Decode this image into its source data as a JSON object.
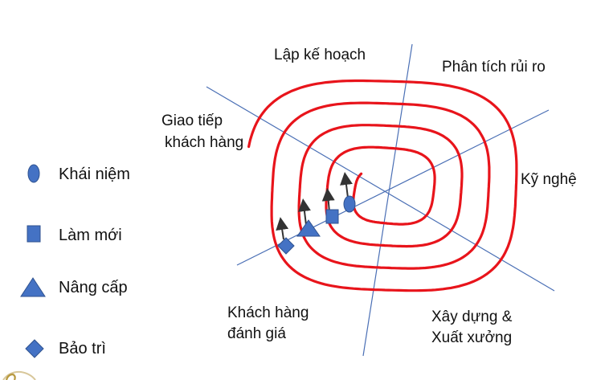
{
  "diagram": {
    "phase_labels": {
      "planning": "Lập kế hoạch",
      "risk_analysis": "Phân tích rủi ro",
      "engineering": "Kỹ nghệ",
      "build_release_line1": "Xây dựng &",
      "build_release_line2": "Xuất xưởng",
      "customer_eval_line1": "Khách hàng",
      "customer_eval_line2": "đánh giá",
      "customer_comm_line1": "Giao tiếp",
      "customer_comm_line2": "khách hàng"
    },
    "legend": [
      {
        "label": "Khái niệm",
        "icon": "ellipse-icon"
      },
      {
        "label": "Làm mới",
        "icon": "square-icon"
      },
      {
        "label": "Nâng cấp",
        "icon": "triangle-icon"
      },
      {
        "label": "Bảo trì",
        "icon": "diamond-icon"
      }
    ],
    "colors": {
      "spiral": "#e8141b",
      "axis": "#4a6fb5",
      "marker_fill": "#4472c4",
      "marker_stroke": "#2f528f",
      "arrow": "#333333"
    }
  }
}
